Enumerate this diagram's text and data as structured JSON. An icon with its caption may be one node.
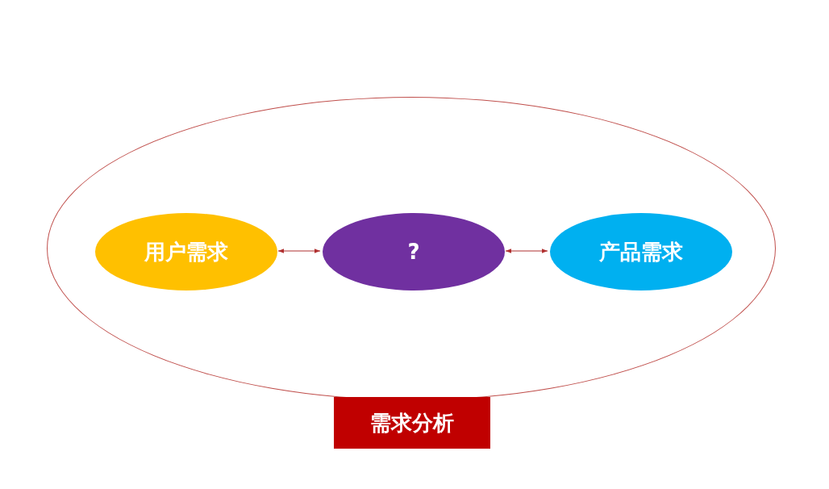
{
  "diagram": {
    "nodes": [
      {
        "text": [],
        "shape": "ellipse"
      },
      {
        "text": [
          "用户需求"
        ],
        "in": 0
      },
      {
        "text": [
          "?"
        ],
        "in": 0
      },
      {
        "text": [
          "产品需求"
        ],
        "in": 0
      },
      {
        "text": [
          "需求分析"
        ]
      }
    ],
    "edges": [
      {
        "from": 1,
        "to": 2,
        "arrow": "both"
      },
      {
        "from": 2,
        "to": 3,
        "arrow": "both"
      }
    ]
  }
}
